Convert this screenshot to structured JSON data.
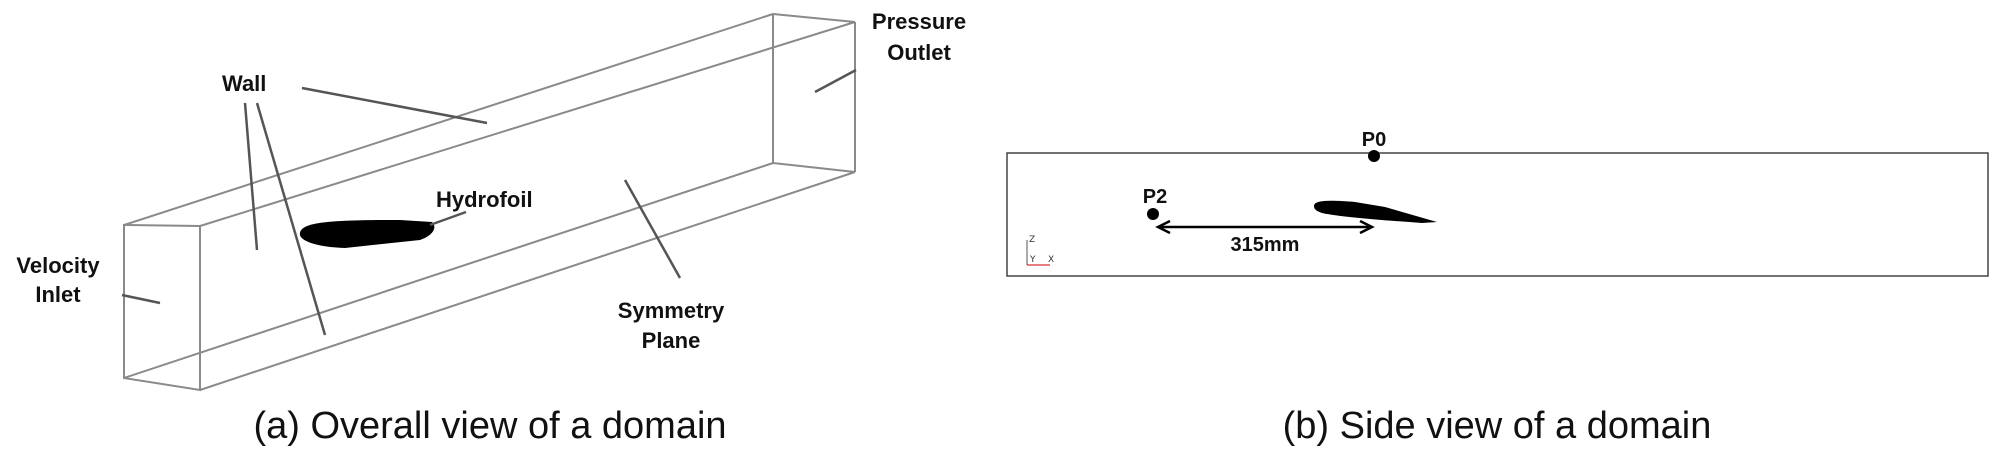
{
  "panel_a": {
    "labels": {
      "wall": "Wall",
      "pressure_outlet_1": "Pressure",
      "pressure_outlet_2": "Outlet",
      "hydrofoil": "Hydrofoil",
      "velocity_inlet_1": "Velocity",
      "velocity_inlet_2": "Inlet",
      "symmetry_plane_1": "Symmetry",
      "symmetry_plane_2": "Plane"
    },
    "caption": "(a) Overall view of a domain"
  },
  "panel_b": {
    "points": {
      "p0": "P0",
      "p2": "P2"
    },
    "dimension": "315mm",
    "axis_triad": {
      "z": "Z",
      "y": "Y",
      "x": "X"
    },
    "caption": "(b) Side view of a domain"
  },
  "colors": {
    "edges": "#8a8a8a",
    "leader_lines": "#555555",
    "solid": "#000000",
    "axis_x": "#cc0000"
  }
}
